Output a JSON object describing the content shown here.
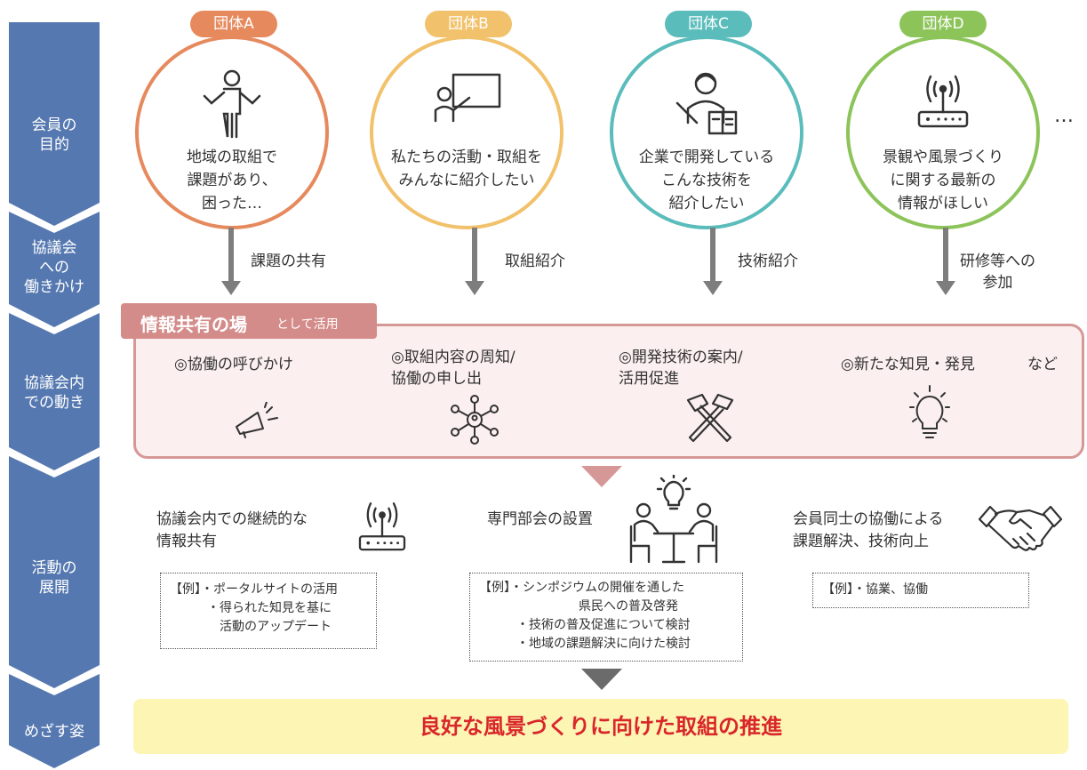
{
  "stages": [
    {
      "label": "会員の\n目的"
    },
    {
      "label": "協議会\nへの\n働きかけ"
    },
    {
      "label": "協議会内\nでの動き"
    },
    {
      "label": "活動の\n展開"
    },
    {
      "label": "めざす姿"
    }
  ],
  "orgs": [
    {
      "name": "団体A",
      "color": "#e68a5e",
      "text": "地域の取組で\n課題があり、\n困った…",
      "icon": "person-shrugging-icon",
      "action": "課題の共有"
    },
    {
      "name": "団体B",
      "color": "#f2c16b",
      "text": "私たちの活動・取組を\nみんなに紹介したい",
      "icon": "presenter-whiteboard-icon",
      "action": "取組紹介"
    },
    {
      "name": "団体C",
      "color": "#5bbcbc",
      "text": "企業で開発している\nこんな技術を\n紹介したい",
      "icon": "teacher-book-icon",
      "action": "技術紹介"
    },
    {
      "name": "団体D",
      "color": "#8dc45a",
      "text": "景観や風景づくり\nに関する最新の\n情報がほしい",
      "icon": "wifi-router-icon",
      "action": "研修等への\n参加"
    }
  ],
  "ellipsis": "…",
  "forum": {
    "title": "情報共有の場",
    "title_suffix": "として活用",
    "items": [
      {
        "text": "◎協働の呼びかけ",
        "icon": "megaphone-icon"
      },
      {
        "text": "◎取組内容の周知/\n協働の申し出",
        "icon": "network-icon"
      },
      {
        "text": "◎開発技術の案内/\n活用促進",
        "icon": "hammers-icon"
      },
      {
        "text": "◎新たな知見・発見",
        "icon": "lightbulb-icon"
      }
    ],
    "etc": "など"
  },
  "development": [
    {
      "title": "協議会内での継続的な\n情報共有",
      "icon": "wifi-router-icon",
      "example": "【例】・ポータルサイトの活用\n　　　・得られた知見を基に\n　　　　活動のアップデート"
    },
    {
      "title": "専門部会の設置",
      "icon": "meeting-idea-icon",
      "example": "【例】・シンポジウムの開催を通した\n　　　　　　　　県民への普及啓発\n　　　・技術の普及促進について検討\n　　　・地域の課題解決に向けた検討"
    },
    {
      "title": "会員同士の協働による\n課題解決、技術向上",
      "icon": "handshake-icon",
      "example": "【例】・協業、協働"
    }
  ],
  "goal": "良好な風景づくりに向けた取組の推進",
  "colors": {
    "stage_blue": "#5578b0",
    "panel_border": "#d69797",
    "panel_bg": "#fbefef",
    "goal_bg": "#fdf5b4",
    "goal_text": "#d9262a",
    "arrow_gray": "#7d7d7d"
  }
}
